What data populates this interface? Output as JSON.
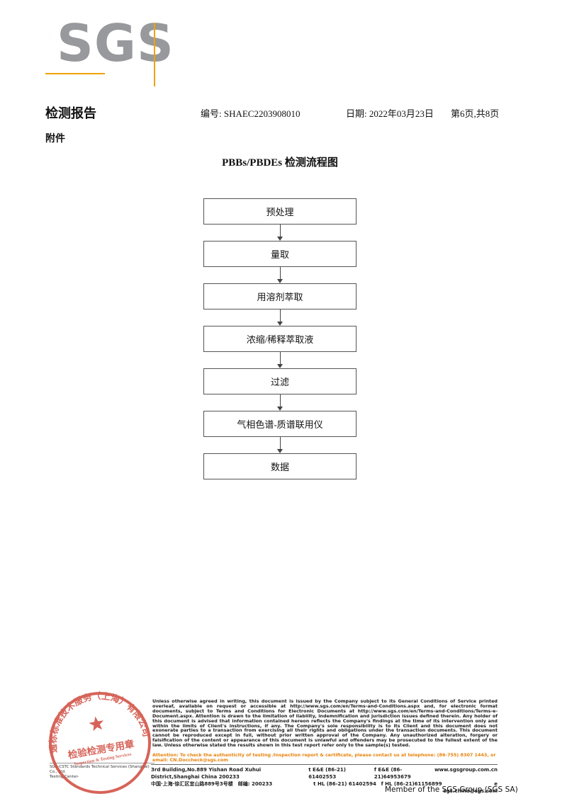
{
  "logo": {
    "text": "SGS"
  },
  "header": {
    "title": "检测报告",
    "report_no": "编号: SHAEC2203908010",
    "date": "日期: 2022年03月23日",
    "page_info": "第6页,共8页",
    "attachment": "附件"
  },
  "flowchart": {
    "title": "PBBs/PBDEs 检测流程图",
    "steps": [
      "预处理",
      "量取",
      "用溶剂萃取",
      "浓缩/稀释萃取液",
      "过滤",
      "气相色谱-质谱联用仪",
      "数据"
    ]
  },
  "footer": {
    "disclaimer": "Unless otherwise agreed in writing, this document is issued by the Company subject to its General Conditions of Service printed overleaf, available on request or accessible at http://www.sgs.com/en/Terms-and-Conditions.aspx and, for electronic format documents, subject to Terms and Conditions for Electronic Documents at http://www.sgs.com/en/Terms-and-Conditions/Terms-e-Document.aspx. Attention is drawn to the limitation of liability, indemnification and jurisdiction issues defined therein. Any holder of this document is advised that information contained hereon reflects the Company's findings at the time of its intervention only and within the limits of Client's instructions, if any. The Company's sole responsibility is to its Client and this document does not exonerate parties to a transaction from exercising all their rights and obligations under the transaction documents. This document cannot be reproduced except in full, without prior written approval of the Company. Any unauthorized alteration, forgery or falsification of the content or appearance of this document is unlawful and offenders may be prosecuted to the fullest extent of the law. Unless otherwise stated the results shown in this test report refer only to the sample(s) tested.",
    "attention": "Attention: To check the authenticity of testing /inspection report & certificate, please contact us at telephone: (86-755) 8307 1443, or email: CN.Doccheck@sgs.com",
    "address": {
      "row1": [
        "3rd Building,No.889 Yishan Road Xuhui District,Shanghai China   200233",
        "t E&E (86-21) 61402553",
        "f E&E (86-21)64953679",
        "www.sgsgroup.com.cn"
      ],
      "row2": [
        "中国·上海·徐汇区宜山路889号3号楼　邮编: 200233",
        "t HL (86-21) 61402594",
        "f HL (86-21)61156899",
        "e  sgs.china@sgs.com"
      ]
    },
    "company_line1": "SGS-CSTC Standards Technical Services (Shanghai) Co., Ltd.",
    "company_line2": "Testing Center-",
    "stamp": {
      "ring_text": "通标标准技术服务（上海）有限公司",
      "center_line1": "检验检测专用章",
      "center_line2": "Inspection & Testing Services"
    },
    "member": "Member of the SGS Group (SGS SA)"
  }
}
